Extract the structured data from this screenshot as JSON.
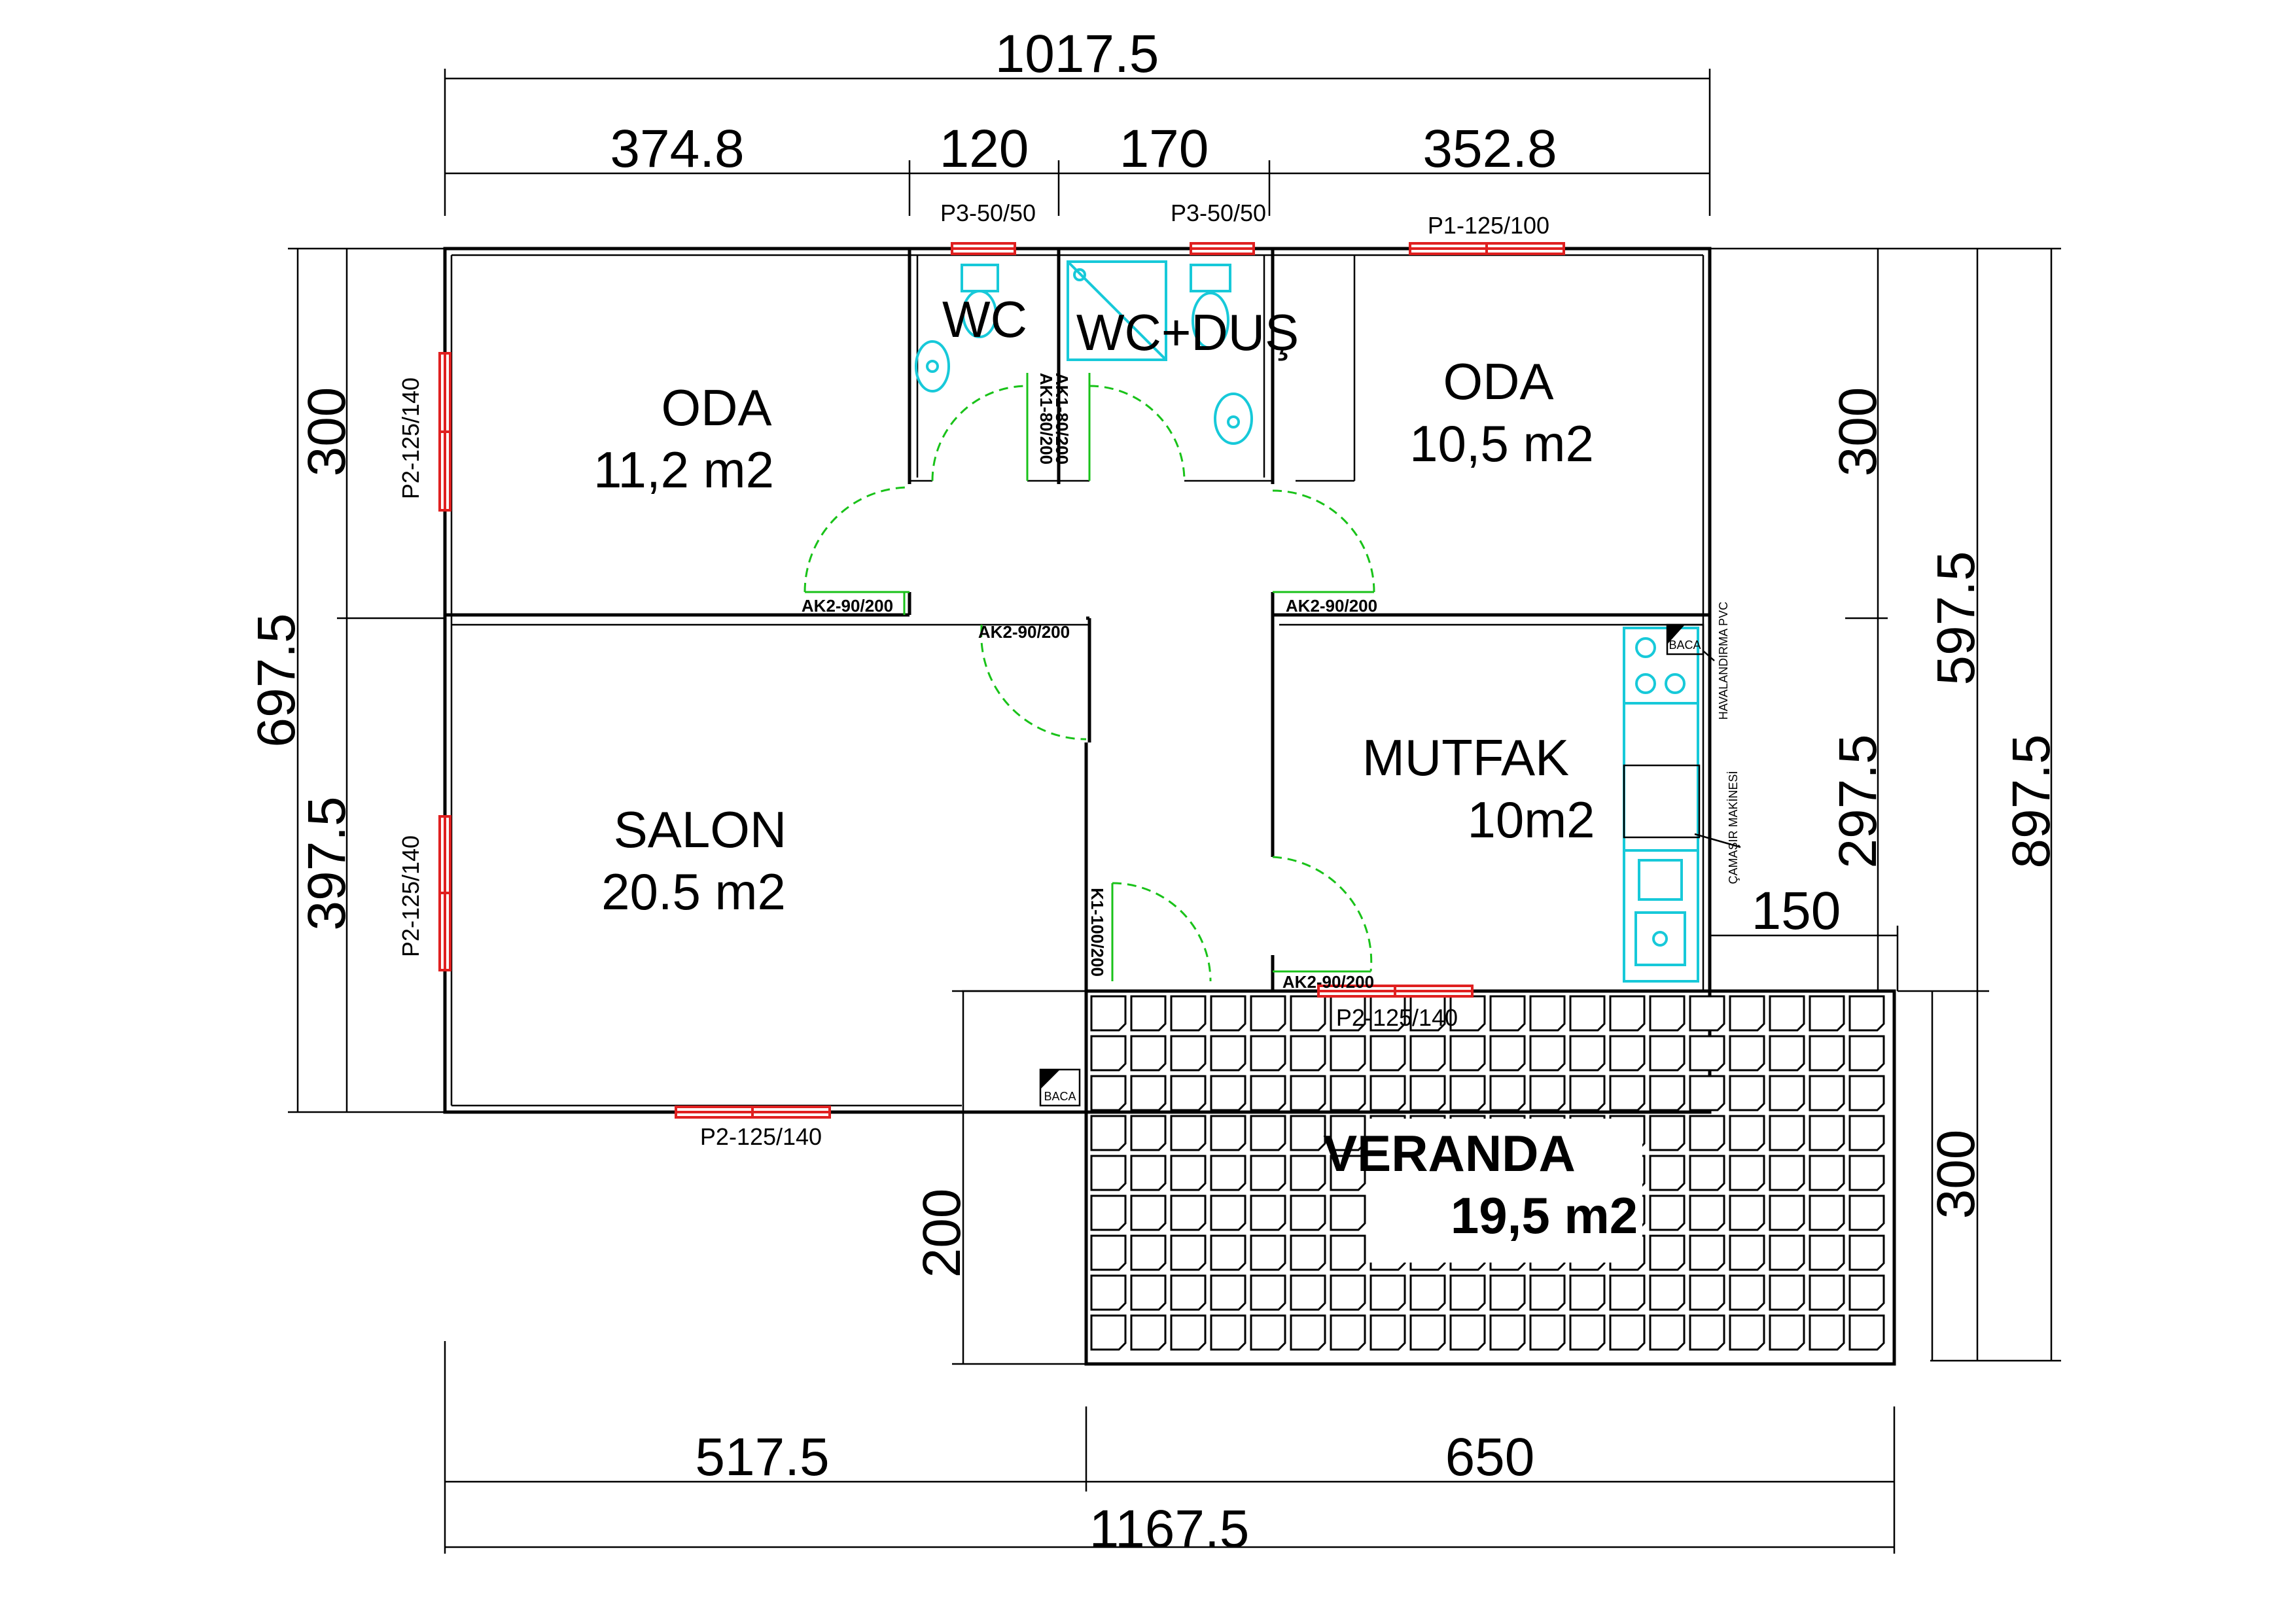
{
  "dimensions": {
    "total_top": "1017.5",
    "top_segments": [
      "374.8",
      "120",
      "170",
      "352.8"
    ],
    "left_total": "697.5",
    "left_upper": "300",
    "left_lower": "397.5",
    "right_upper": "300",
    "right_kitchen": "297.5",
    "right_main": "597.5",
    "right_total": "897.5",
    "right_veranda": "300",
    "veranda_step": "150",
    "veranda_left": "200",
    "bottom_left": "517.5",
    "bottom_right": "650",
    "bottom_total": "1167.5"
  },
  "rooms": {
    "oda_left": {
      "name": "ODA",
      "area": "11,2 m2"
    },
    "wc": {
      "name": "WC"
    },
    "wc_dus": {
      "name": "WC+DUŞ"
    },
    "oda_right": {
      "name": "ODA",
      "area": "10,5 m2"
    },
    "salon": {
      "name": "SALON",
      "area": "20.5 m2"
    },
    "mutfak": {
      "name": "MUTFAK",
      "area": "10m2"
    },
    "veranda": {
      "name": "VERANDA",
      "area": "19,5 m2"
    }
  },
  "windows": {
    "p3_left": "P3-50/50",
    "p3_right": "P3-50/50",
    "p1": "P1-125/100",
    "p2_left_upper": "P2-125/140",
    "p2_left_lower": "P2-125/140",
    "p2_bottom": "P2-125/140",
    "p2_kitchen": "P2-125/140"
  },
  "doors": {
    "ak1_a": "AK1-80/200",
    "ak1_b": "AK1-80/200",
    "ak2_left": "AK2-90/200",
    "ak2_salon": "AK2-90/200",
    "ak2_right": "AK2-90/200",
    "ak2_mutfak": "AK2-90/200",
    "k1": "K1-100/200"
  },
  "fixtures": {
    "baca_kitchen": "BACA",
    "baca_salon": "BACA",
    "havalandirma": "HAVALANDIRMA PVC",
    "camasir": "ÇAMAŞIR MAKİNESİ"
  },
  "colors": {
    "door": "#19c219",
    "window": "#e02020",
    "fixture": "#17c9d9",
    "line": "#000000"
  }
}
